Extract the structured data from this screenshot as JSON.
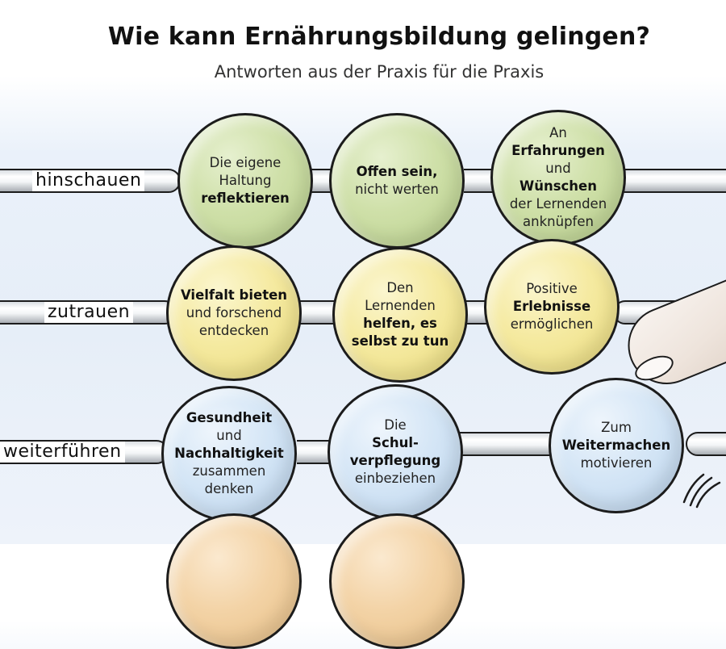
{
  "header": {
    "title": "Wie kann Ernährungsbildung gelingen?",
    "subtitle": "Antworten aus der Praxis für die Praxis"
  },
  "rows": [
    {
      "label": "hinschauen",
      "color": "#cfe0a9",
      "beads": [
        {
          "pre": "Die eigene Haltung",
          "bold": "reflektieren",
          "post": ""
        },
        {
          "pre": "",
          "bold": "Offen sein,",
          "post": "nicht werten"
        },
        {
          "pre": "An",
          "bold": "Erfahrungen",
          "mid": "und",
          "bold2": "Wünschen",
          "post": "der Lernenden anknüpfen"
        }
      ]
    },
    {
      "label": "zutrauen",
      "color": "#f5eaa1",
      "beads": [
        {
          "pre": "",
          "bold": "Vielfalt bieten",
          "post": "und forschend entdecken"
        },
        {
          "pre": "Den Lernenden",
          "bold": "helfen, es selbst zu tun",
          "post": ""
        },
        {
          "pre": "Positive",
          "bold": "Erlebnisse",
          "post": "ermöglichen"
        }
      ]
    },
    {
      "label": "weiterführen",
      "color": "#d5e6f6",
      "beads": [
        {
          "pre": "",
          "bold": "Gesundheit",
          "mid": "und",
          "bold2": "Nachhaltigkeit",
          "post": "zusammen denken"
        },
        {
          "pre": "Die",
          "bold": "Schul-verpflegung",
          "post": "einbeziehen"
        },
        {
          "pre": "Zum",
          "bold": "Weitermachen",
          "post": "motivieren"
        }
      ]
    }
  ],
  "colors": {
    "green": "#cfe0a9",
    "yellow": "#f5eaa1",
    "blue": "#d5e6f6",
    "peach": "#f3d3a6",
    "outline": "#1c1c1c"
  },
  "icons": [
    "pointing-finger-icon",
    "motion-lines-icon"
  ]
}
